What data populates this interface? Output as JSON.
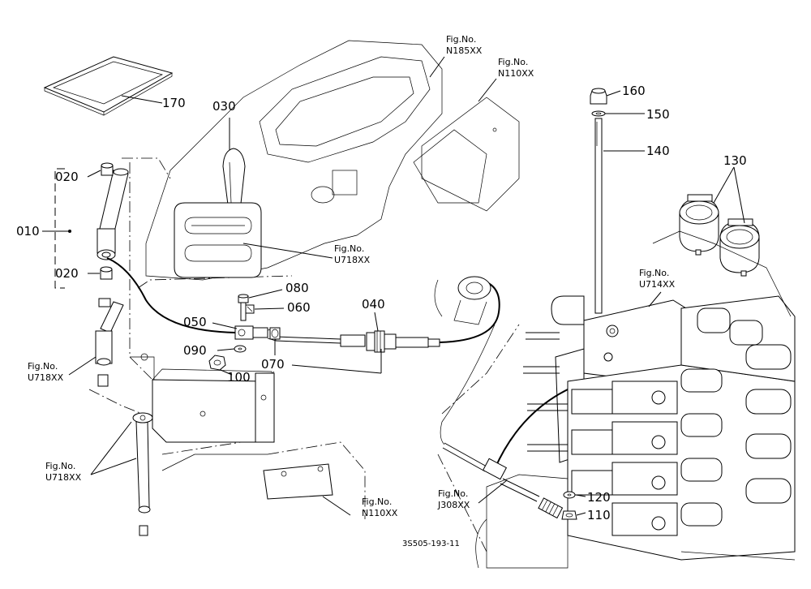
{
  "parts": {
    "p010": "010",
    "p020a": "020",
    "p020b": "020",
    "p030": "030",
    "p040": "040",
    "p050": "050",
    "p060": "060",
    "p070": "070",
    "p080": "080",
    "p090": "090",
    "p100": "100",
    "p110": "110",
    "p120": "120",
    "p130": "130",
    "p140": "140",
    "p150": "150",
    "p160": "160",
    "p170": "170"
  },
  "figrefs": {
    "n185": {
      "line1": "Fig.No.",
      "line2": "N185XX"
    },
    "n110top": {
      "line1": "Fig.No.",
      "line2": "N110XX"
    },
    "u718mid": {
      "line1": "Fig.No.",
      "line2": "U718XX"
    },
    "u714": {
      "line1": "Fig.No.",
      "line2": "U714XX"
    },
    "u718left": {
      "line1": "Fig.No.",
      "line2": "U718XX"
    },
    "u718bottom": {
      "line1": "Fig.No.",
      "line2": "U718XX"
    },
    "n110bottom": {
      "line1": "Fig.No.",
      "line2": "N110XX"
    },
    "j308": {
      "line1": "Fig.No.",
      "line2": "J308XX"
    }
  },
  "drawing_code": "3S505-193-11"
}
